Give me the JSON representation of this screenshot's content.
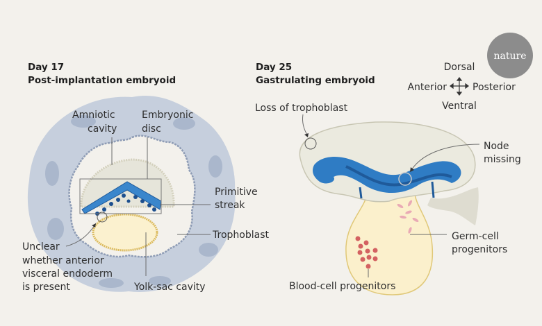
{
  "left_panel": {
    "title_line1": "Day 17",
    "title_line2": "Post-implantation embryoid",
    "labels": {
      "amniotic_1": "Amniotic",
      "amniotic_2": "cavity",
      "embryonic_1": "Embryonic",
      "embryonic_2": "disc",
      "primitive_1": "Primitive",
      "primitive_2": "streak",
      "trophoblast": "Trophoblast",
      "unclear_1": "Unclear",
      "unclear_2": "whether anterior",
      "unclear_3": "visceral endoderm",
      "unclear_4": "is present",
      "yolk": "Yolk-sac cavity"
    }
  },
  "right_panel": {
    "title_line1": "Day 25",
    "title_line2": "Gastrulating embryoid",
    "labels": {
      "loss": "Loss of trophoblast",
      "node_1": "Node",
      "node_2": "missing",
      "germ_1": "Germ-cell",
      "germ_2": "progenitors",
      "blood": "Blood-cell progenitors"
    },
    "compass": {
      "up": "Dorsal",
      "left": "Anterior",
      "right": "Posterior",
      "down": "Ventral"
    }
  },
  "logo": {
    "text": "nature"
  },
  "colors": {
    "background": "#f3f1ec",
    "blue": "#2f7cc4",
    "dark_blue": "#1f5a9a",
    "yolk": "#fbf1cf",
    "trophoblast": "#c6cfdd",
    "blood": "#d36161",
    "germ": "#e8a9b4"
  }
}
